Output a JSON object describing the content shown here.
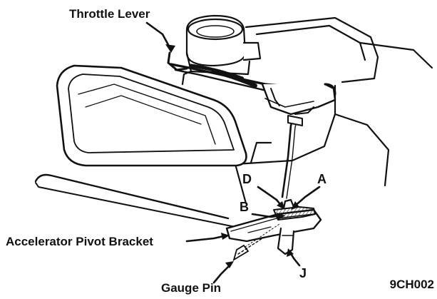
{
  "labels": {
    "throttle_lever": "Throttle Lever",
    "accelerator_pivot_bracket": "Accelerator Pivot Bracket",
    "gauge_pin": "Gauge Pin",
    "a": "A",
    "b": "B",
    "d": "D",
    "j": "J"
  },
  "figure_code": "9CH002",
  "colors": {
    "ink": "#111111",
    "paper": "#ffffff",
    "shade": "#bdbdbd"
  }
}
